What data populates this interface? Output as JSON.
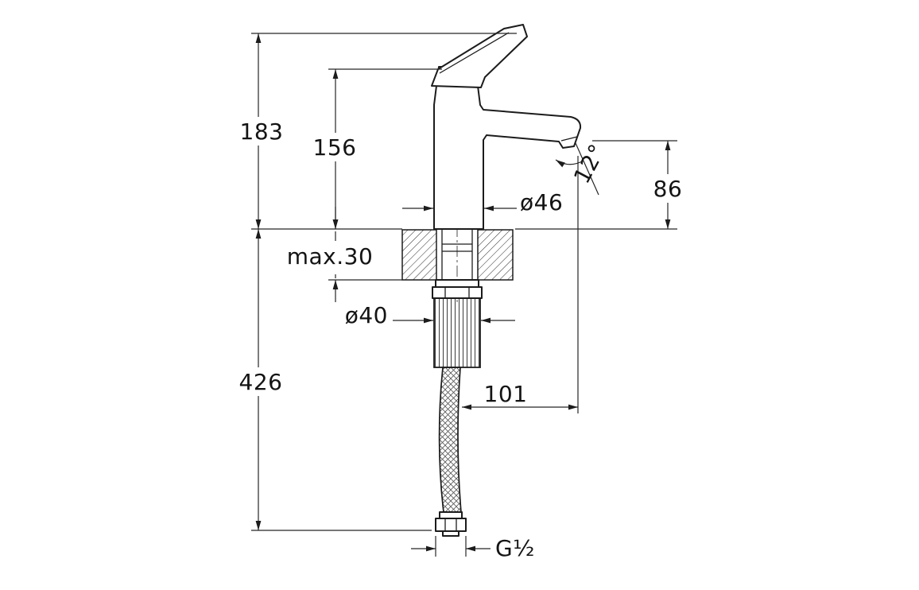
{
  "drawing": {
    "type": "technical-dimension-drawing",
    "subject": "single-lever basin mixer faucet, side view with mounting shank and flexible supply hose",
    "units_implied": "mm",
    "dims": {
      "total_height": "183",
      "body_height": "156",
      "max_counter_thickness": "max.30",
      "below_counter_length": "426",
      "body_diameter": "ø46",
      "shank_diameter": "ø40",
      "spout_reach": "101",
      "spout_height": "86",
      "spout_angle": "12°",
      "connection_thread": "G½"
    },
    "line_color": "#1c1c1c",
    "background_color": "#ffffff"
  }
}
